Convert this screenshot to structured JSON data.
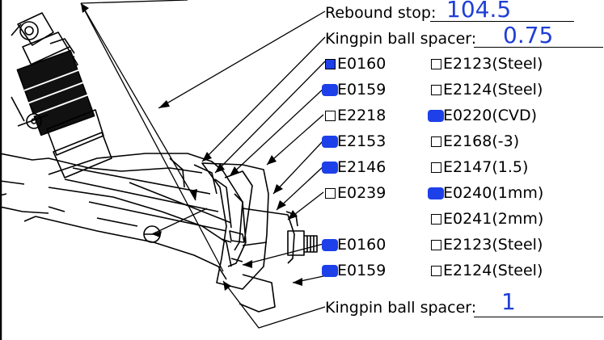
{
  "fields": {
    "rebound_stop": {
      "label": "Rebound stop:",
      "value": "104.5"
    },
    "kingpin_spacer_1": {
      "label": "Kingpin ball spacer:",
      "value": "0.75"
    },
    "kingpin_spacer_2": {
      "label": "Kingpin ball spacer:",
      "value": "1"
    }
  },
  "options": [
    {
      "left": {
        "code": "E0160",
        "checked": true,
        "mark": "square"
      },
      "right": {
        "code": "E2123(Steel)",
        "checked": false
      }
    },
    {
      "left": {
        "code": "E0159",
        "checked": true
      },
      "right": {
        "code": "E2124(Steel)",
        "checked": false
      }
    },
    {
      "left": {
        "code": "E2218",
        "checked": false
      },
      "right": {
        "code": "E0220(CVD)",
        "checked": true
      }
    },
    {
      "left": {
        "code": "E2153",
        "checked": true
      },
      "right": {
        "code": "E2168(-3)",
        "checked": false
      }
    },
    {
      "left": {
        "code": "E2146",
        "checked": true
      },
      "right": {
        "code": "E2147(1.5)",
        "checked": false
      }
    },
    {
      "left": {
        "code": "E0239",
        "checked": false
      },
      "right": {
        "code": "E0240(1mm)",
        "checked": true
      }
    },
    {
      "left": null,
      "right": {
        "code": "E0241(2mm)",
        "checked": false
      }
    },
    {
      "left": {
        "code": "E0160",
        "checked": true
      },
      "right": {
        "code": "E2123(Steel)",
        "checked": false
      }
    },
    {
      "left": {
        "code": "E0159",
        "checked": true
      },
      "right": {
        "code": "E2124(Steel)",
        "checked": false
      }
    }
  ],
  "colors": {
    "handwriting": "#1f3fd6",
    "check_fill": "#1d40e8"
  }
}
